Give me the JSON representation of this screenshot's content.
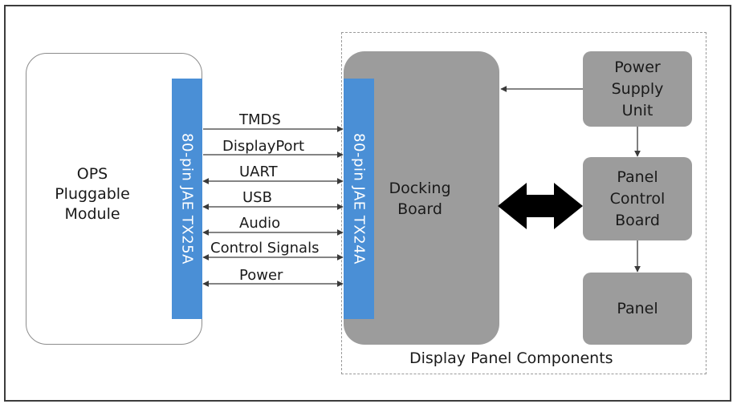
{
  "ops_module": {
    "label": "OPS\nPluggable\nModule"
  },
  "left_connector": {
    "label": "80-pin JAE TX25A"
  },
  "right_connector": {
    "label": "80-pin JAE TX24A"
  },
  "signals": [
    {
      "label": "TMDS",
      "direction": "right"
    },
    {
      "label": "DisplayPort",
      "direction": "right"
    },
    {
      "label": "UART",
      "direction": "both"
    },
    {
      "label": "USB",
      "direction": "both"
    },
    {
      "label": "Audio",
      "direction": "both"
    },
    {
      "label": "Control Signals",
      "direction": "both"
    },
    {
      "label": "Power",
      "direction": "both"
    }
  ],
  "docking_board": {
    "label": "Docking\nBoard"
  },
  "power_supply_unit": {
    "label": "Power\nSupply\nUnit"
  },
  "panel_control_board": {
    "label": "Panel\nControl\nBoard"
  },
  "panel": {
    "label": "Panel"
  },
  "display_panel_group": {
    "label": "Display Panel Components"
  },
  "colors": {
    "connector": "#4a8fd6",
    "component": "#9c9c9c",
    "arrow": "#000000"
  }
}
